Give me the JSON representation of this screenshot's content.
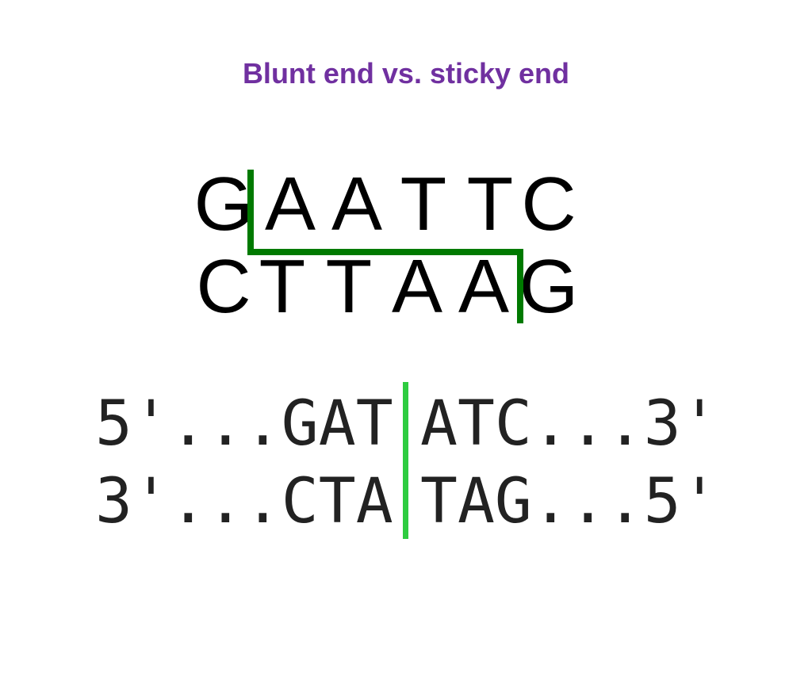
{
  "title": "Blunt end vs. sticky end",
  "colors": {
    "title": "#7030a0",
    "sticky_cut_line": "#007a00",
    "blunt_cut_line": "#2ecc40",
    "text": "#000000"
  },
  "sticky_end": {
    "top_strand": [
      "G",
      "A",
      "A",
      "T",
      "T",
      "C"
    ],
    "bottom_strand": [
      "C",
      "T",
      "T",
      "A",
      "A",
      "G"
    ]
  },
  "blunt_end": {
    "top_left": "5'...GAT",
    "top_right": "ATC...3'",
    "bottom_left": "3'...CTA",
    "bottom_right": "TAG...5'"
  }
}
